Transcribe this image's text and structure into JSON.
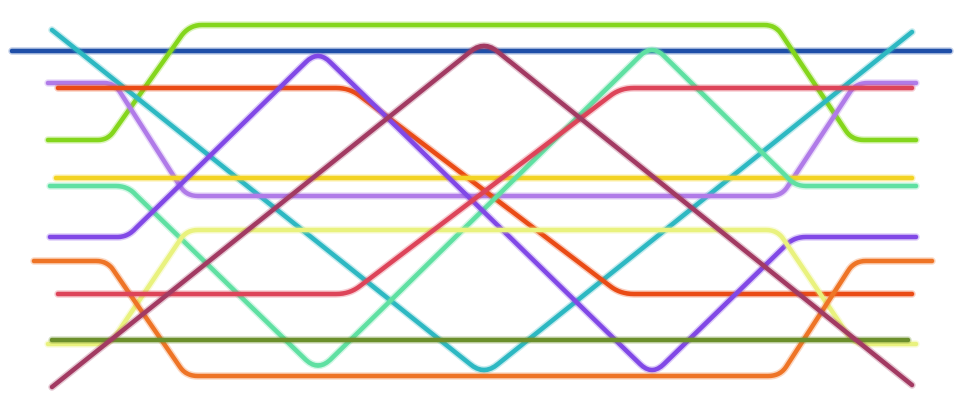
{
  "diagram": {
    "type": "crossing-strands",
    "background": "#ffffff",
    "strands": [
      {
        "id": "blue-straight",
        "color": "#1f4fa8"
      },
      {
        "id": "lime",
        "color": "#84d61c"
      },
      {
        "id": "teal-diagonal",
        "color": "#2db8c2"
      },
      {
        "id": "lavender",
        "color": "#b07be8"
      },
      {
        "id": "orange-red",
        "color": "#ea4b15"
      },
      {
        "id": "yellow-straight",
        "color": "#f3d324"
      },
      {
        "id": "mint",
        "color": "#5fe0a2"
      },
      {
        "id": "violet",
        "color": "#8148e6"
      },
      {
        "id": "pale-yellow",
        "color": "#e9f27e"
      },
      {
        "id": "orange",
        "color": "#ee7426"
      },
      {
        "id": "crimson",
        "color": "#dd4459"
      },
      {
        "id": "olive-straight",
        "color": "#6b8f2b"
      },
      {
        "id": "maroon-diagonal",
        "color": "#a23a62"
      }
    ]
  }
}
